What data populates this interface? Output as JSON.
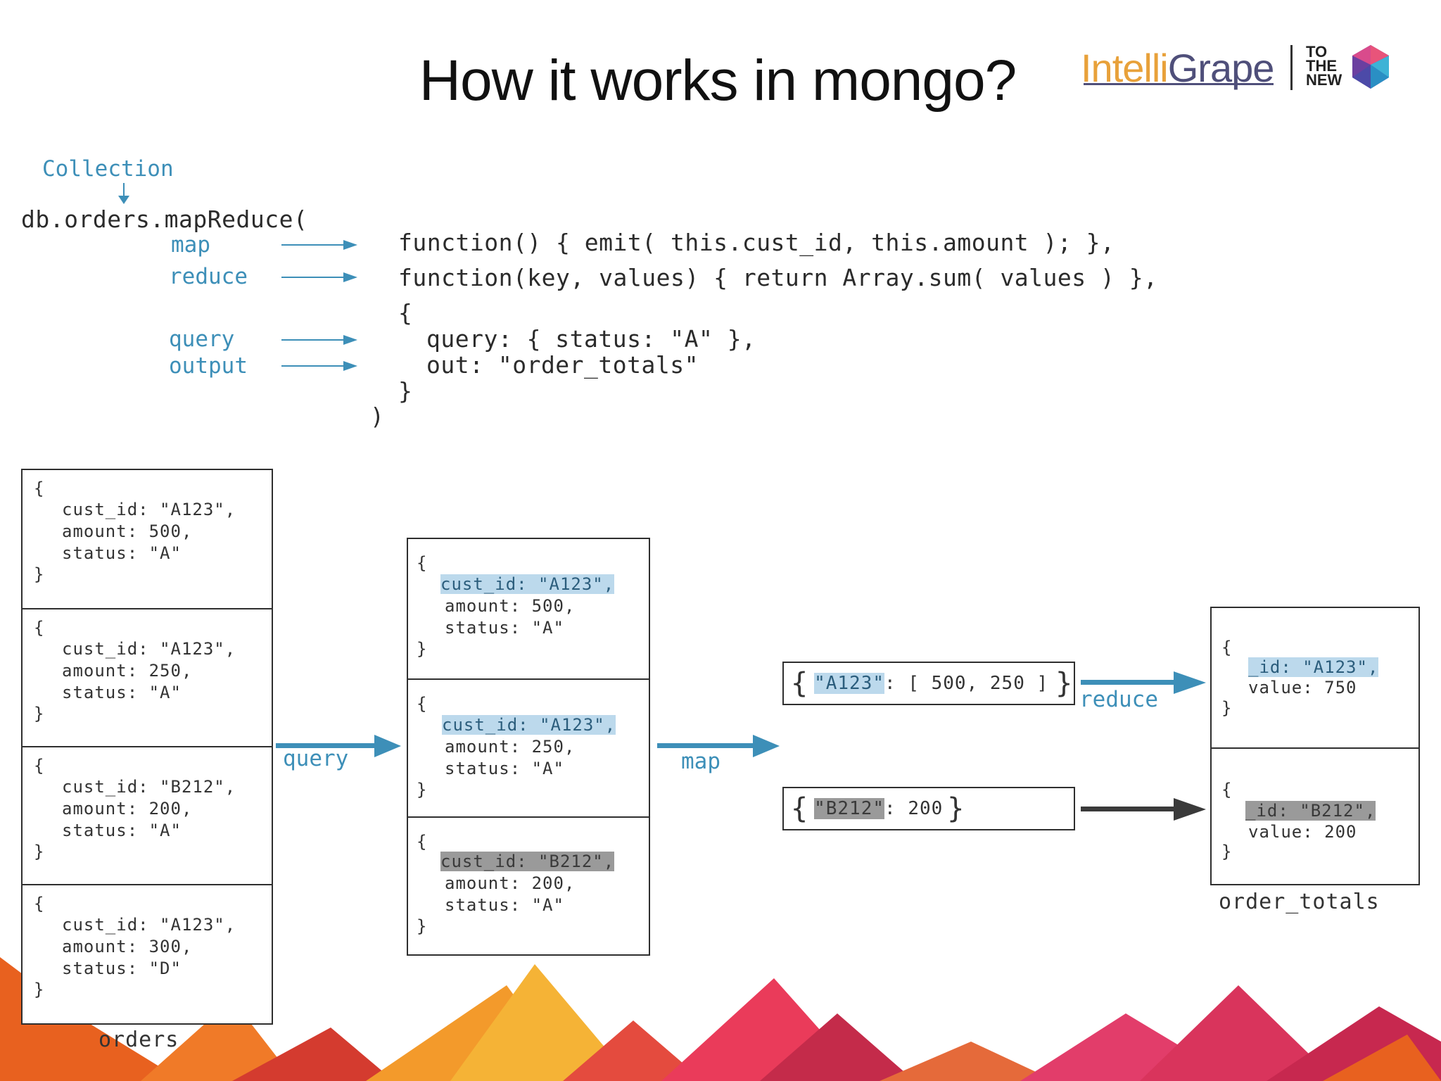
{
  "slide": {
    "title": "How it works in mongo?"
  },
  "logo": {
    "brand_part1": "Intelli",
    "brand_part2": "Grape",
    "ttn_line1": "TO",
    "ttn_line2": "THE",
    "ttn_line3": "NEW"
  },
  "code_section": {
    "collection_label": "Collection",
    "call_line": "db.orders.mapReduce(",
    "map_label": "map",
    "reduce_label": "reduce",
    "query_label": "query",
    "output_label": "output",
    "map_fn": "function() { emit( this.cust_id, this.amount ); },",
    "reduce_fn": "function(key, values) { return Array.sum( values ) },",
    "open_brace": "{",
    "query_opt": "query: { status: \"A\" },",
    "out_opt": "out: \"order_totals\"",
    "close_brace": "}",
    "close_paren": ")"
  },
  "orders": {
    "caption": "orders",
    "docs": [
      {
        "cust_id": "cust_id: \"A123\",",
        "amount": "amount: 500,",
        "status": "status: \"A\""
      },
      {
        "cust_id": "cust_id: \"A123\",",
        "amount": "amount: 250,",
        "status": "status: \"A\""
      },
      {
        "cust_id": "cust_id: \"B212\",",
        "amount": "amount: 200,",
        "status": "status: \"A\""
      },
      {
        "cust_id": "cust_id: \"A123\",",
        "amount": "amount: 300,",
        "status": "status: \"D\""
      }
    ]
  },
  "filtered": {
    "docs": [
      {
        "cust_id": "cust_id: \"A123\",",
        "amount": "amount: 500,",
        "status": "status: \"A\""
      },
      {
        "cust_id": "cust_id: \"A123\",",
        "amount": "amount: 250,",
        "status": "status: \"A\""
      },
      {
        "cust_id": "cust_id: \"B212\",",
        "amount": "amount: 200,",
        "status": "status: \"A\""
      }
    ]
  },
  "flow_labels": {
    "query": "query",
    "map": "map",
    "reduce": "reduce"
  },
  "mapped": {
    "a_key": "\"A123\"",
    "a_rest": ": [ 500, 250 ]",
    "b_key": "\"B212\"",
    "b_rest": ": 200"
  },
  "totals": {
    "caption": "order_totals",
    "docs": [
      {
        "id": "_id: \"A123\",",
        "value": "value: 750"
      },
      {
        "id": "_id: \"B212\",",
        "value": "value: 200"
      }
    ]
  },
  "colors": {
    "accent_blue": "#3d8fb8",
    "highlight_blue": "#bcd9ec",
    "highlight_gray": "#9a9a9a",
    "dark_arrow": "#3a3a3a"
  }
}
